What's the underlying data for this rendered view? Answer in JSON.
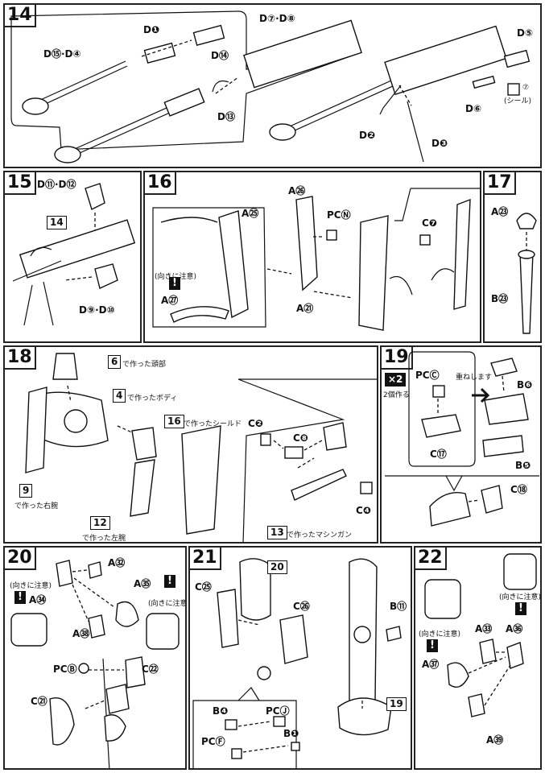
{
  "steps": {
    "s14": {
      "num": "14",
      "labels": {
        "d15_d4": "D⑮·D④",
        "d1": "D❶",
        "d14": "D⑭",
        "d7_d8": "D⑦·D⑧",
        "d13": "D⑬",
        "d5": "D⑤",
        "seal": "(シール)",
        "seal_mark": "⑦",
        "d6": "D⑥",
        "d2": "D❷",
        "d3": "D❸"
      }
    },
    "s15": {
      "num": "15",
      "labels": {
        "d11_d12": "D⑪·D⑫",
        "ref14": "14",
        "d9_d10": "D⑨·D⑩"
      }
    },
    "s16": {
      "num": "16",
      "labels": {
        "a25": "A㉕",
        "a26": "A㉖",
        "pcn": "PCⓃ",
        "caution": "(向きに注意)",
        "a27": "A㉗",
        "a21": "A㉑",
        "c7": "C❼"
      }
    },
    "s17": {
      "num": "17",
      "labels": {
        "a23": "A㉓",
        "b23": "B㉓"
      }
    },
    "s18": {
      "num": "18",
      "labels": {
        "ref6": "6",
        "head": "で作った頭部",
        "ref4": "4",
        "body": "で作ったボディ",
        "ref16": "16",
        "shield": "で作ったシールド",
        "c2": "C❷",
        "c8": "C❽",
        "ref9": "9",
        "right_arm": "で作った右腕",
        "ref12": "12",
        "left_arm": "で作った左腕",
        "c4": "C❹",
        "ref13": "13",
        "machinegun": "で作ったマシンガン"
      }
    },
    "s19": {
      "num": "19",
      "x2": "×2",
      "make2": "2個作る",
      "labels": {
        "pcc": "PCⒸ",
        "layer": "重ねします",
        "b6": "B❻",
        "c17": "C⑰",
        "b5": "B❺",
        "c18": "C⑱"
      }
    },
    "s20": {
      "num": "20",
      "labels": {
        "a32": "A㉜",
        "a35": "A㉟",
        "caution_l": "(向きに注意)",
        "a34": "A㉞",
        "caution_r": "(向きに注意)",
        "a38": "A㊳",
        "pcb": "PCⒷ",
        "c22": "C㉒",
        "c21": "C㉑"
      }
    },
    "s21": {
      "num": "21",
      "labels": {
        "c25": "C㉕",
        "ref20": "20",
        "c26": "C㉖",
        "b11": "B⑪",
        "ref19": "19",
        "b4": "B❹",
        "pcj": "PCⒿ",
        "pcf": "PCⒻ",
        "b1": "B❶"
      }
    },
    "s22": {
      "num": "22",
      "labels": {
        "caution_top": "(向きに注意)",
        "a33": "A㉝",
        "a36": "A㊱",
        "caution_l": "(向きに注意)",
        "a37": "A㊲",
        "a39": "A㊴"
      }
    }
  }
}
